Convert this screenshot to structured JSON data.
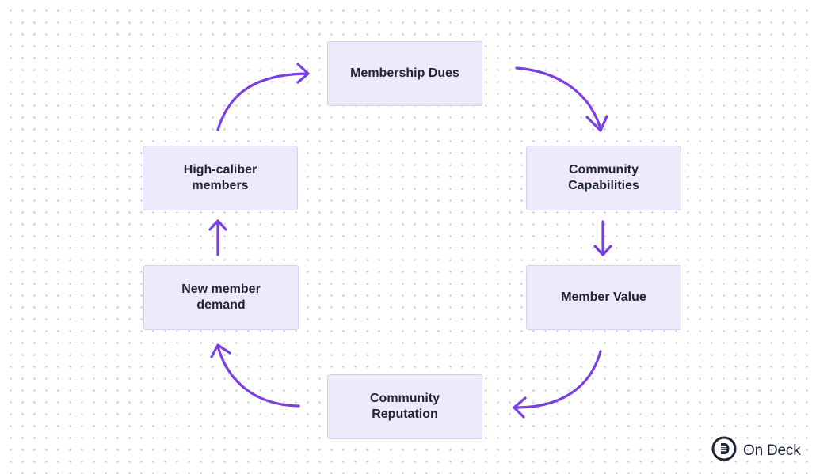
{
  "diagram": {
    "nodes": [
      {
        "id": "membership-dues",
        "label": "Membership Dues"
      },
      {
        "id": "community-capabilities",
        "label": "Community\nCapabilities"
      },
      {
        "id": "member-value",
        "label": "Member Value"
      },
      {
        "id": "community-reputation",
        "label": "Community\nReputation"
      },
      {
        "id": "new-member-demand",
        "label": "New member\ndemand"
      },
      {
        "id": "high-caliber-members",
        "label": "High-caliber\nmembers"
      }
    ],
    "edges": [
      {
        "from": "membership-dues",
        "to": "community-capabilities"
      },
      {
        "from": "community-capabilities",
        "to": "member-value"
      },
      {
        "from": "member-value",
        "to": "community-reputation"
      },
      {
        "from": "community-reputation",
        "to": "new-member-demand"
      },
      {
        "from": "new-member-demand",
        "to": "high-caliber-members"
      },
      {
        "from": "high-caliber-members",
        "to": "membership-dues"
      }
    ],
    "accent_color": "#7a3fe4",
    "node_fill": "#efeafb"
  },
  "brand": {
    "name": "On Deck",
    "icon": "on-deck-logo-icon"
  }
}
